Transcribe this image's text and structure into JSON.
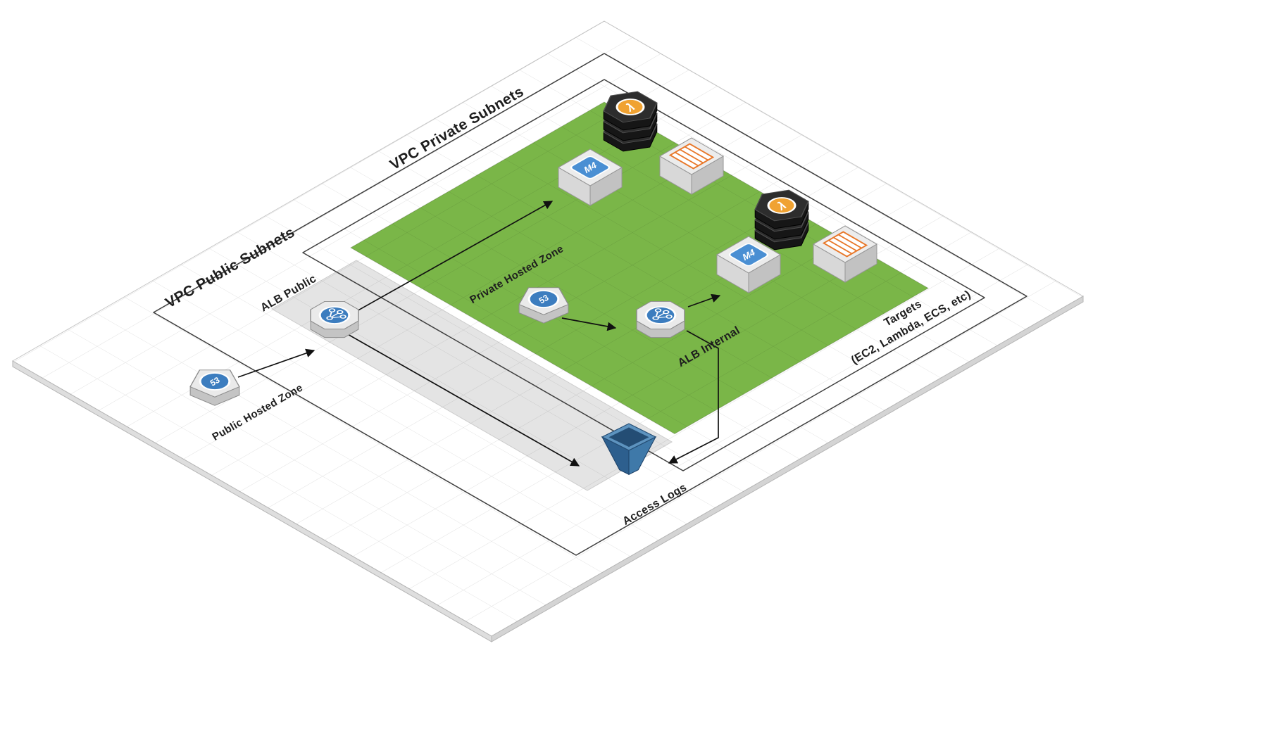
{
  "regions": {
    "vpc_public_subnets": {
      "label": "VPC Public Subnets"
    },
    "vpc_private_subnets": {
      "label": "VPC Private Subnets"
    }
  },
  "nodes": {
    "public_hosted_zone": {
      "label": "Public Hosted Zone",
      "badge": "53"
    },
    "private_hosted_zone": {
      "label": "Private Hosted Zone",
      "badge": "53"
    },
    "alb_public": {
      "label": "ALB Public"
    },
    "alb_internal": {
      "label": "ALB Internal"
    },
    "access_logs": {
      "label": "Access Logs"
    },
    "targets": {
      "label_line1": "Targets",
      "label_line2": "(EC2, Lambda, ECS, etc)"
    },
    "lambda_function": {
      "glyph": "λ"
    },
    "ec2_instance": {
      "badge": "M4"
    }
  },
  "icons": {
    "route53": "extruded pentagon with blue 53 circle",
    "alb": "extruded octagon with blue branch-network circle",
    "lambda": "stack of three dark hexagon slabs with orange lambda circle",
    "ec2_m4": "isometric cube with blue M4 plate",
    "container": "isometric cube with orange table glyph",
    "access_logs_bucket": "blue isometric bucket"
  },
  "colors": {
    "private_subnet_green": "#7AB648",
    "public_subnet_gray": "#E4E4E4",
    "aws_blue": "#3C7DBF",
    "m4_blue": "#4A8FD3",
    "lambda_orange": "#F0A232",
    "lambda_dark": "#2D2D2D",
    "container_orange": "#E8782A",
    "bucket_blue": "#3F79A9",
    "arrow_black": "#111111"
  },
  "edges": [
    {
      "from": "public_hosted_zone",
      "to": "alb_public"
    },
    {
      "from": "alb_public",
      "to": "targets_group_1"
    },
    {
      "from": "alb_public",
      "to": "access_logs"
    },
    {
      "from": "private_hosted_zone",
      "to": "alb_internal"
    },
    {
      "from": "alb_internal",
      "to": "targets_group_2"
    },
    {
      "from": "alb_internal",
      "to": "access_logs"
    }
  ]
}
